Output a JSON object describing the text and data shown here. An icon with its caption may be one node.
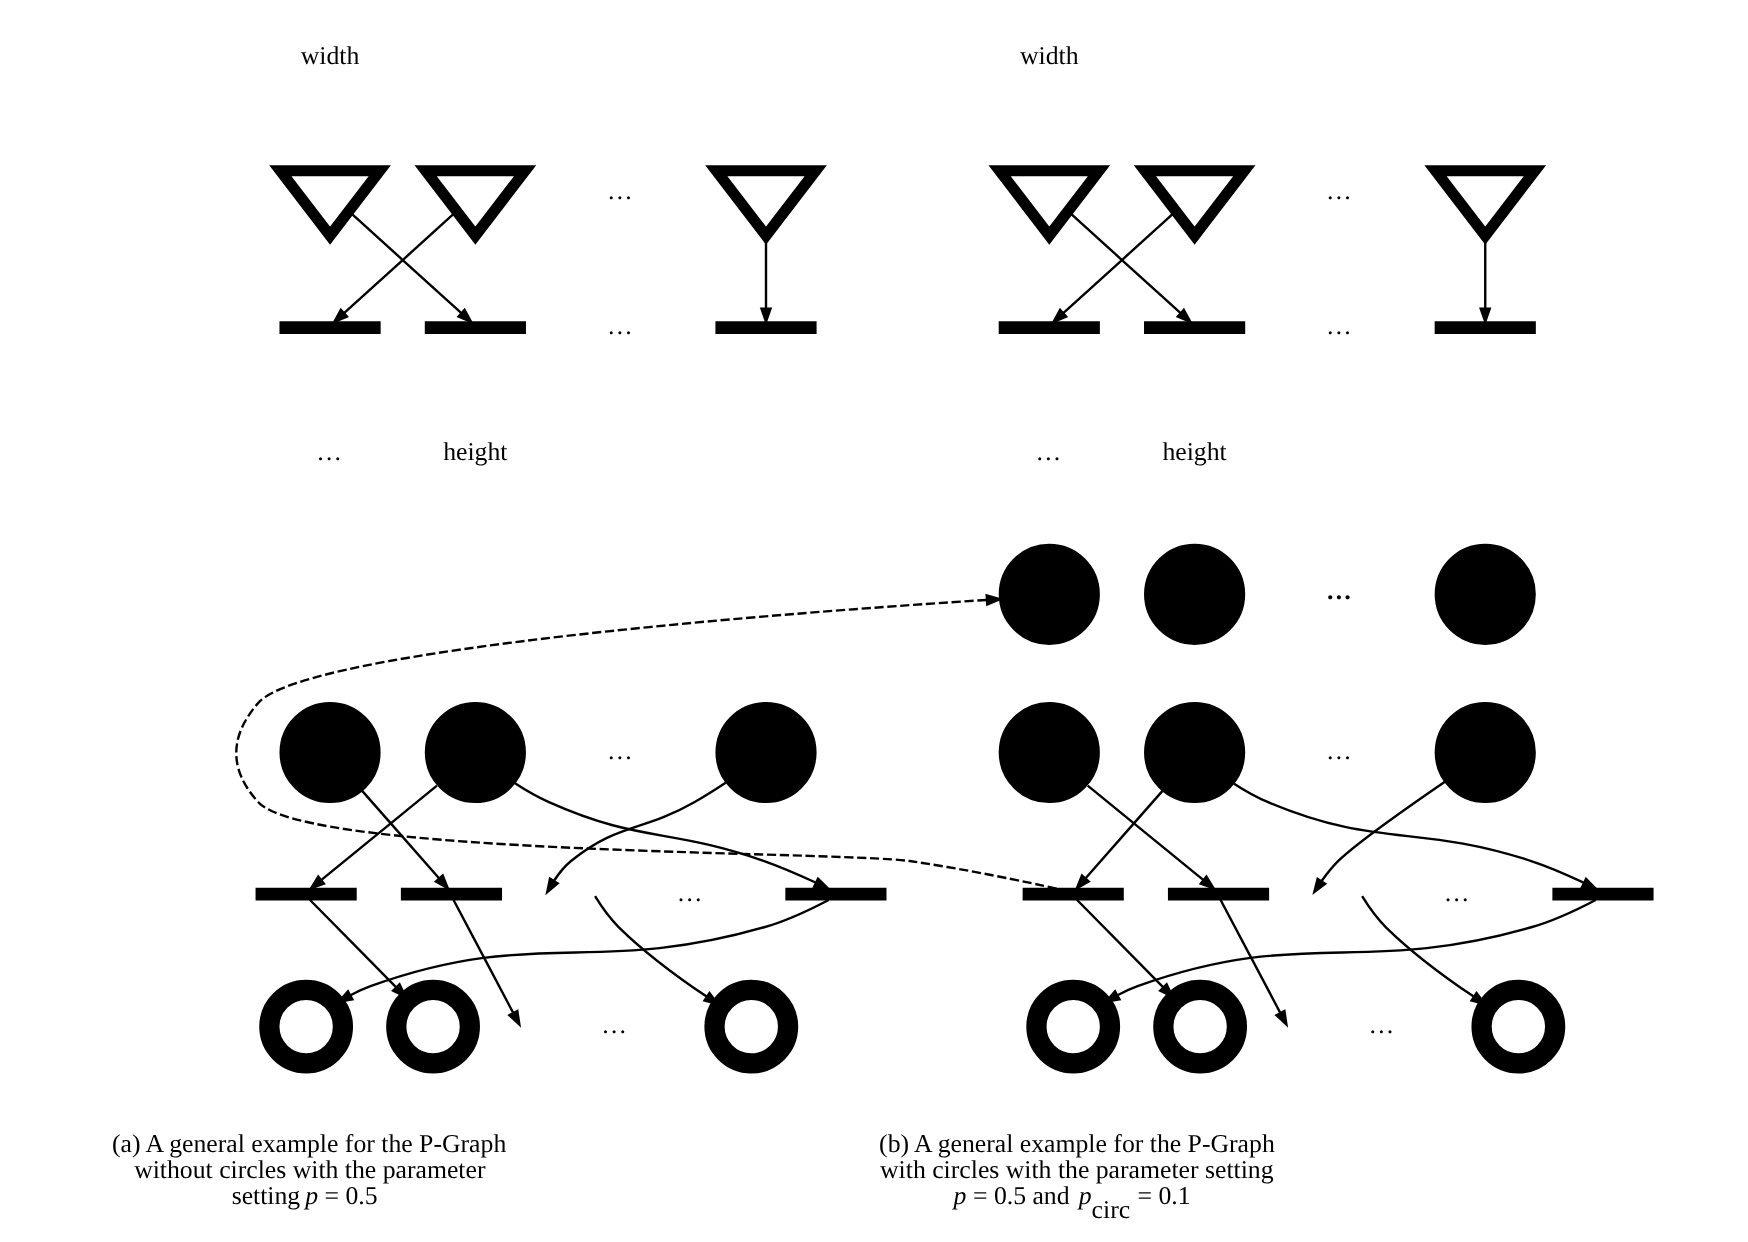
{
  "diagram": {
    "nodes": [
      {
        "text": [],
        "shape": "triangle"
      },
      {
        "text": [],
        "shape": "triangle"
      },
      {
        "text": [],
        "shape": "triangle"
      },
      {
        "text": [],
        "shape": "bar"
      },
      {
        "text": [],
        "shape": "bar"
      },
      {
        "text": [],
        "shape": "bar"
      },
      {
        "text": [],
        "shape": "circle"
      },
      {
        "text": [],
        "shape": "circle"
      },
      {
        "text": [],
        "shape": "circle"
      },
      {
        "text": [],
        "shape": "bar"
      },
      {
        "text": [],
        "shape": "bar"
      },
      {
        "text": [],
        "shape": "bar"
      },
      {
        "text": [],
        "shape": "ring"
      },
      {
        "text": [],
        "shape": "ring"
      },
      {
        "text": [],
        "shape": "ring"
      },
      {
        "text": [],
        "shape": "triangle"
      },
      {
        "text": [],
        "shape": "triangle"
      },
      {
        "text": [],
        "shape": "triangle"
      },
      {
        "text": [],
        "shape": "bar"
      },
      {
        "text": [],
        "shape": "bar"
      },
      {
        "text": [],
        "shape": "bar"
      },
      {
        "text": [],
        "shape": "circle"
      },
      {
        "text": [],
        "shape": "circle"
      },
      {
        "text": [],
        "shape": "circle"
      },
      {
        "text": [],
        "shape": "circle"
      },
      {
        "text": [],
        "shape": "circle"
      },
      {
        "text": [],
        "shape": "circle"
      },
      {
        "text": [],
        "shape": "bar"
      },
      {
        "text": [],
        "shape": "bar"
      },
      {
        "text": [],
        "shape": "bar"
      },
      {
        "text": [],
        "shape": "ring"
      },
      {
        "text": [],
        "shape": "ring"
      },
      {
        "text": [],
        "shape": "ring"
      }
    ],
    "edges": [
      {
        "from": 0,
        "to": 4,
        "arrow": "to"
      },
      {
        "from": 1,
        "to": 3,
        "arrow": "to"
      },
      {
        "from": 2,
        "to": 5,
        "arrow": "to"
      },
      {
        "from": 6,
        "to": 10,
        "arrow": "to"
      },
      {
        "from": 7,
        "to": 9,
        "arrow": "to"
      },
      {
        "from": 7,
        "to": 11,
        "arrow": "to"
      },
      {
        "from": 8,
        "to": null,
        "arrow": "to"
      },
      {
        "from": 9,
        "to": 13,
        "arrow": "to"
      },
      {
        "from": 10,
        "to": null,
        "arrow": "to"
      },
      {
        "from": 11,
        "to": 12,
        "arrow": "to"
      },
      {
        "from": null,
        "to": 14,
        "arrow": "to"
      },
      {
        "from": 15,
        "to": 19,
        "arrow": "to"
      },
      {
        "from": 16,
        "to": 18,
        "arrow": "to"
      },
      {
        "from": 17,
        "to": 20,
        "arrow": "to"
      },
      {
        "from": 24,
        "to": 28,
        "arrow": "to"
      },
      {
        "from": 25,
        "to": 27,
        "arrow": "to"
      },
      {
        "from": 25,
        "to": 29,
        "arrow": "to"
      },
      {
        "from": 26,
        "to": null,
        "arrow": "to"
      },
      {
        "from": 27,
        "to": 31,
        "arrow": "to"
      },
      {
        "from": 28,
        "to": null,
        "arrow": "to"
      },
      {
        "from": 29,
        "to": 30,
        "arrow": "to"
      },
      {
        "from": null,
        "to": 32,
        "arrow": "to"
      },
      {
        "from": 27,
        "to": 21,
        "arrow": "to",
        "style": "dashed"
      }
    ],
    "labels": [
      "width",
      "…",
      "…",
      "…",
      "height",
      "…",
      "…",
      "…",
      "(a) A general example for the P-Graph without circles with the parameter setting *p* = 0.5",
      "width",
      "…",
      "…",
      "…",
      "height",
      "…",
      "…",
      "…",
      "…",
      "(b) A general example for the P-Graph with circles with the parameter setting *p* = 0.5 and *p*$_{circ}$ = 0.1"
    ]
  }
}
